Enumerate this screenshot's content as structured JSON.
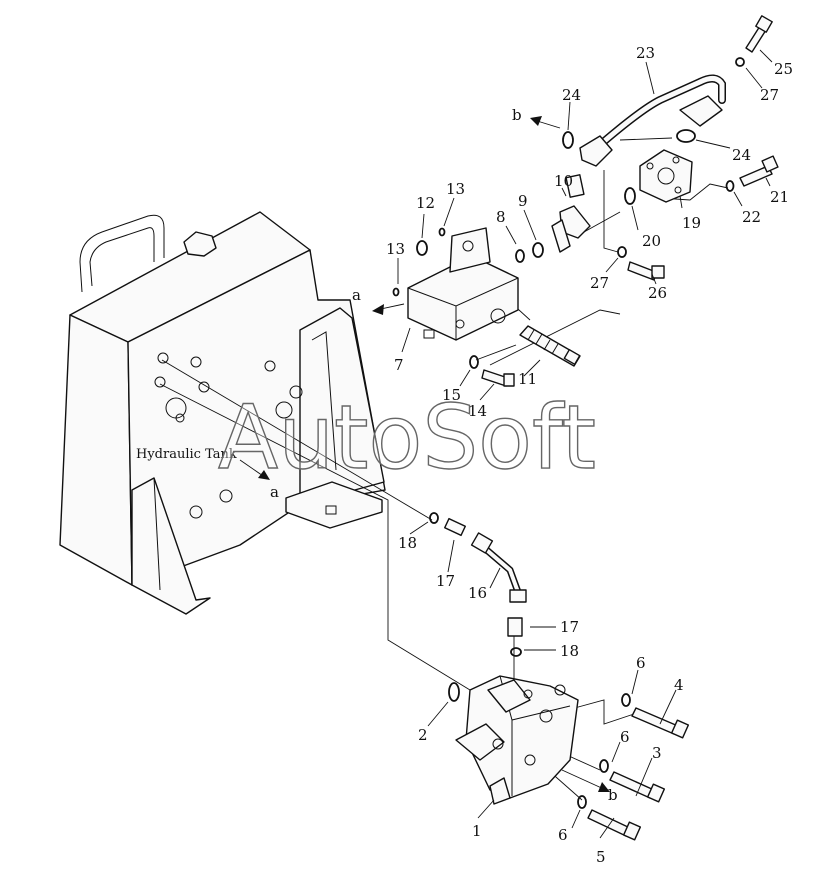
{
  "labels": {
    "tank": "Hydraulic Tank",
    "arrow_a": "a",
    "arrow_b": "b"
  },
  "watermark": "AutoSoft",
  "callouts": [
    "1",
    "2",
    "3",
    "4",
    "5",
    "6",
    "6",
    "6",
    "7",
    "8",
    "9",
    "10",
    "11",
    "12",
    "13",
    "13",
    "14",
    "15",
    "16",
    "17",
    "17",
    "18",
    "18",
    "19",
    "20",
    "21",
    "22",
    "23",
    "24",
    "24",
    "25",
    "26",
    "27",
    "27"
  ]
}
